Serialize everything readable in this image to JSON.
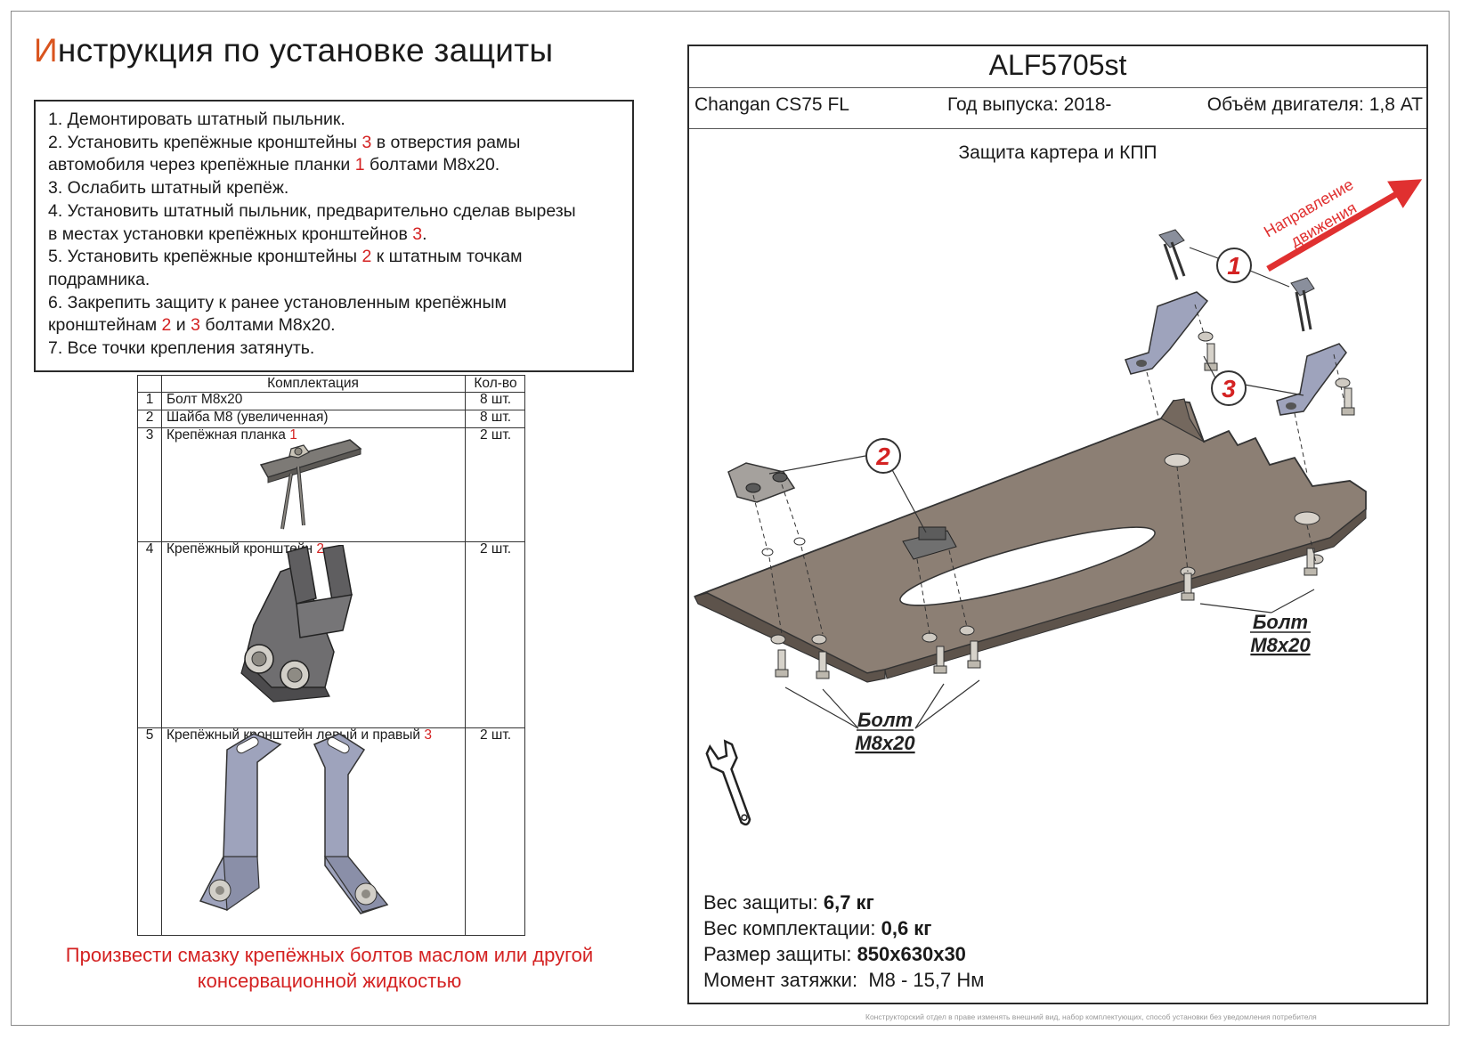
{
  "title": {
    "first_letter": "И",
    "rest": "нструкция по установке защиты"
  },
  "instructions": [
    [
      "1. Демонтировать штатный пыльник."
    ],
    [
      "2. Установить крепёжные кронштейны ",
      {
        "red": "3"
      },
      " в отверстия рамы"
    ],
    [
      "автомобиля через крепёжные планки ",
      {
        "red": "1"
      },
      " болтами М8х20."
    ],
    [
      "3. Ослабить штатный крепёж."
    ],
    [
      "4. Установить штатный пыльник, предварительно сделав вырезы"
    ],
    [
      "в местах установки крепёжных кронштейнов ",
      {
        "red": "3"
      },
      "."
    ],
    [
      "5. Установить крепёжные кронштейны ",
      {
        "red": "2"
      },
      " к штатным точкам"
    ],
    [
      "подрамника."
    ],
    [
      "6. Закрепить защиту к ранее установленным крепёжным"
    ],
    [
      "кронштейнам ",
      {
        "red": "2"
      },
      " и ",
      {
        "red": "3"
      },
      " болтами М8х20."
    ],
    [
      "7. Все точки крепления затянуть."
    ]
  ],
  "kit": {
    "header_name": "Комплектация",
    "header_qty": "Кол-во",
    "rows": [
      {
        "n": "1",
        "name": "Болт М8х20",
        "ref": "",
        "qty": "8 шт."
      },
      {
        "n": "2",
        "name": "Шайба М8 (увеличенная)",
        "ref": "",
        "qty": "8 шт."
      },
      {
        "n": "3",
        "name": "Крепёжная планка ",
        "ref": "1",
        "qty": "2 шт."
      },
      {
        "n": "4",
        "name": "Крепёжный кронштейн ",
        "ref": "2",
        "qty": "2 шт."
      },
      {
        "n": "5",
        "name": "Крепёжный кронштейн левый и правый ",
        "ref": "3",
        "qty": "2 шт."
      }
    ]
  },
  "note": [
    "Произвести смазку крепёжных болтов маслом или другой",
    "консервационной жидкостью"
  ],
  "product": {
    "code": "ALF5705st",
    "car": "Changan CS75 FL",
    "year": "Год выпуска: 2018-",
    "engine": "Объём двигателя: 1,8 AT",
    "subtitle": "Защита картера и КПП"
  },
  "drawing": {
    "direction": [
      "Направление",
      "движения"
    ],
    "callouts": [
      "1",
      "2",
      "3"
    ],
    "bolt_label": [
      "Болт",
      "М8х20"
    ],
    "colors": {
      "plate": "#8c7f74",
      "bracket": "#9aa0b8",
      "red": "#d42222",
      "arrow": "#e03030"
    }
  },
  "facts": [
    {
      "label": "Вес защиты: ",
      "value": "6,7 кг",
      "bold": true
    },
    {
      "label": "Вес комплектации: ",
      "value": "0,6 кг",
      "bold": true
    },
    {
      "label": "Размер защиты: ",
      "value": "850x630x30",
      "bold": true
    },
    {
      "label": "Момент затяжки:  ",
      "value": "М8 - 15,7 Нм",
      "bold": false
    }
  ],
  "footer": "Конструкторский отдел в праве изменять внешний вид, набор комплектующих, способ установки без уведомления потребителя"
}
